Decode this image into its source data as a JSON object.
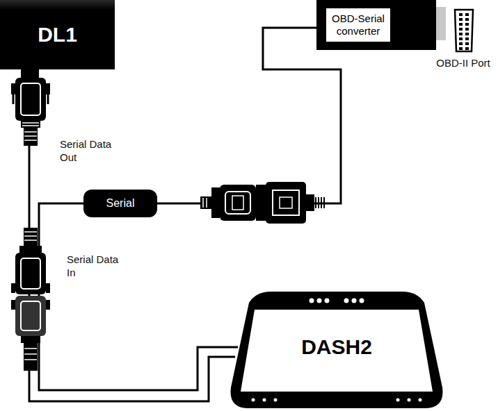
{
  "diagram": {
    "nodes": [
      {
        "text": [
          "DL1"
        ]
      },
      {
        "text": [
          "OBD-Serial converter"
        ]
      },
      {
        "text": [
          "OBD-II Port"
        ]
      },
      {
        "text": [
          "Serial"
        ]
      },
      {
        "text": [
          "DASH2"
        ]
      }
    ],
    "edges": [
      {
        "from": 0,
        "to": 4,
        "arrow": "none"
      },
      {
        "from": 3,
        "to": 4,
        "arrow": "none"
      },
      {
        "from": 3,
        "to": 1,
        "arrow": "none"
      }
    ],
    "labels": [
      "Serial Data Out",
      "Serial Data In"
    ]
  }
}
